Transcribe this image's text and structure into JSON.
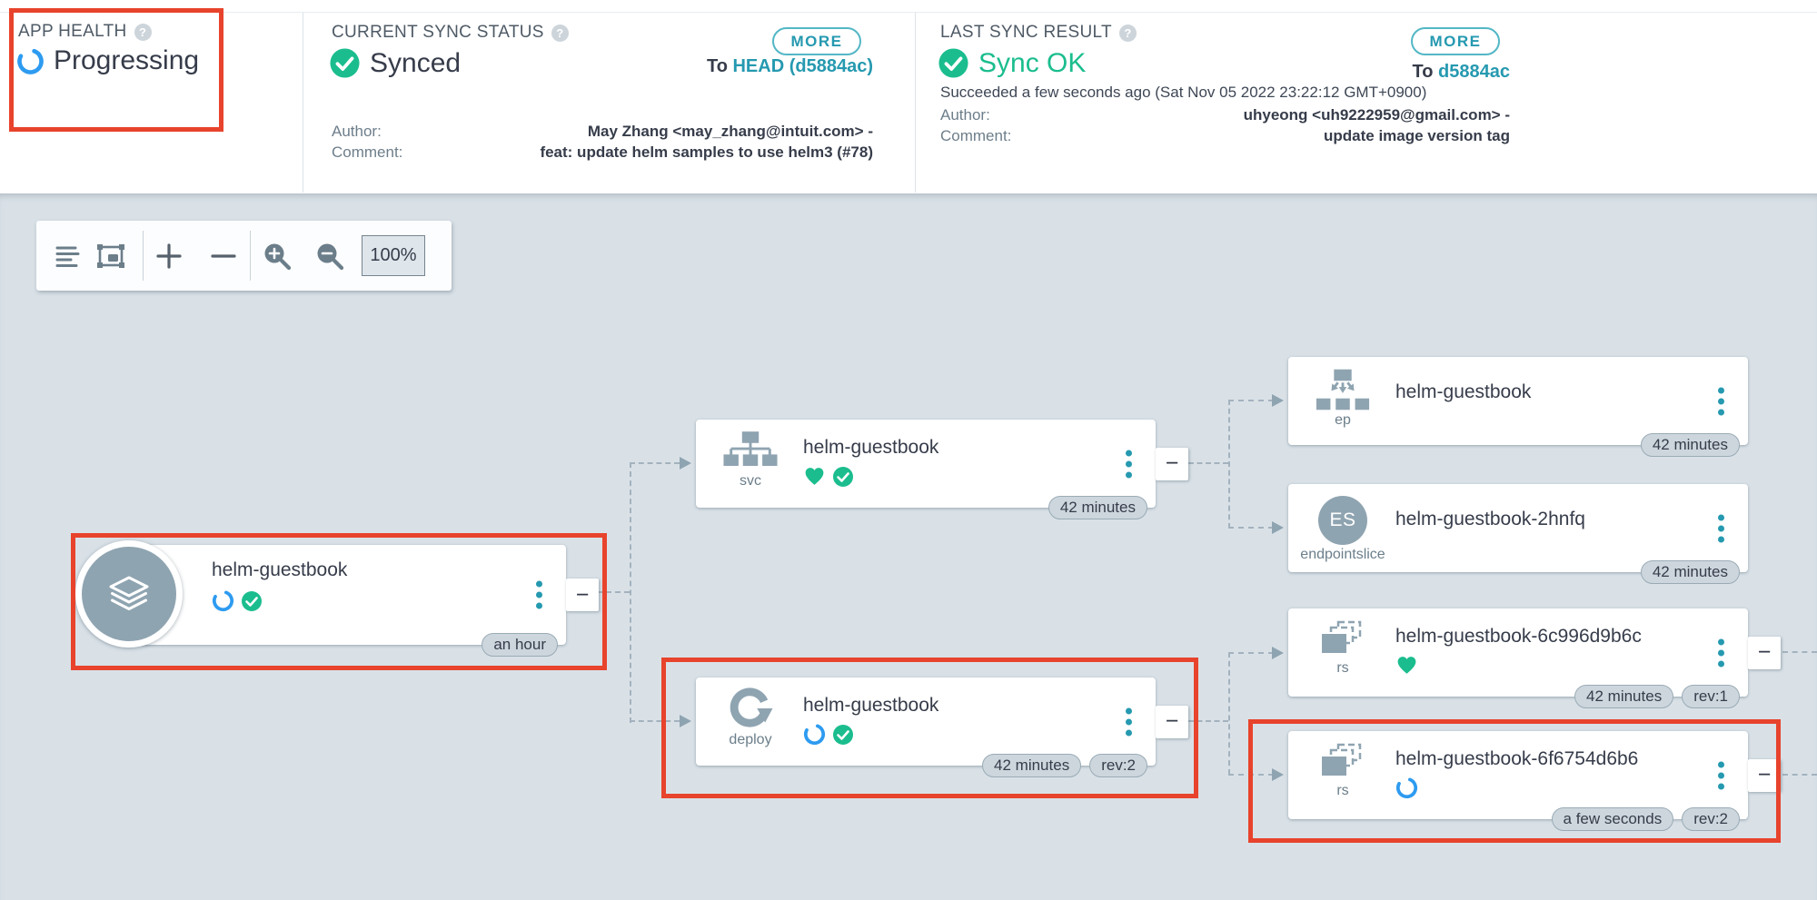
{
  "ui": {
    "collapse_glyph": "−",
    "help_glyph": "?"
  },
  "header": {
    "app_health": {
      "label": "APP HEALTH",
      "status": "Progressing"
    },
    "current_sync": {
      "label": "CURRENT SYNC STATUS",
      "more_label": "MORE",
      "status": "Synced",
      "to_prefix": "To",
      "to_ref": "HEAD (d5884ac)",
      "author_label": "Author:",
      "author_value": "May Zhang <may_zhang@intuit.com> -",
      "comment_label": "Comment:",
      "comment_value": "feat: update helm samples to use helm3 (#78)"
    },
    "last_sync": {
      "label": "LAST SYNC RESULT",
      "more_label": "MORE",
      "status": "Sync OK",
      "to_prefix": "To",
      "to_ref": "d5884ac",
      "succeeded": "Succeeded a few seconds ago (Sat Nov 05 2022 23:22:12 GMT+0900)",
      "author_label": "Author:",
      "author_value": "uhyeong <uh9222959@gmail.com> -",
      "comment_label": "Comment:",
      "comment_value": "update image version tag"
    }
  },
  "toolbar": {
    "zoom_value": "100%"
  },
  "nodes": {
    "app": {
      "title": "helm-guestbook",
      "age": "an hour"
    },
    "svc": {
      "kind": "svc",
      "title": "helm-guestbook",
      "age": "42 minutes"
    },
    "deploy": {
      "kind": "deploy",
      "title": "helm-guestbook",
      "age": "42 minutes",
      "rev": "rev:2"
    },
    "ep": {
      "kind": "ep",
      "title": "helm-guestbook",
      "age": "42 minutes"
    },
    "es": {
      "kind": "endpointslice",
      "icon_text": "ES",
      "title": "helm-guestbook-2hnfq",
      "age": "42 minutes"
    },
    "rs1": {
      "kind": "rs",
      "title": "helm-guestbook-6c996d9b6c",
      "age": "42 minutes",
      "rev": "rev:1"
    },
    "rs2": {
      "kind": "rs",
      "title": "helm-guestbook-6f6754d6b6",
      "age": "a few seconds",
      "rev": "rev:2"
    }
  },
  "colors": {
    "accent_teal": "#2599b0",
    "healthy_green": "#1bbd8e",
    "progressing_blue": "#2d9bf0",
    "annotation_red": "#e8432c",
    "resource_icon_gray": "#8fa4b1"
  }
}
